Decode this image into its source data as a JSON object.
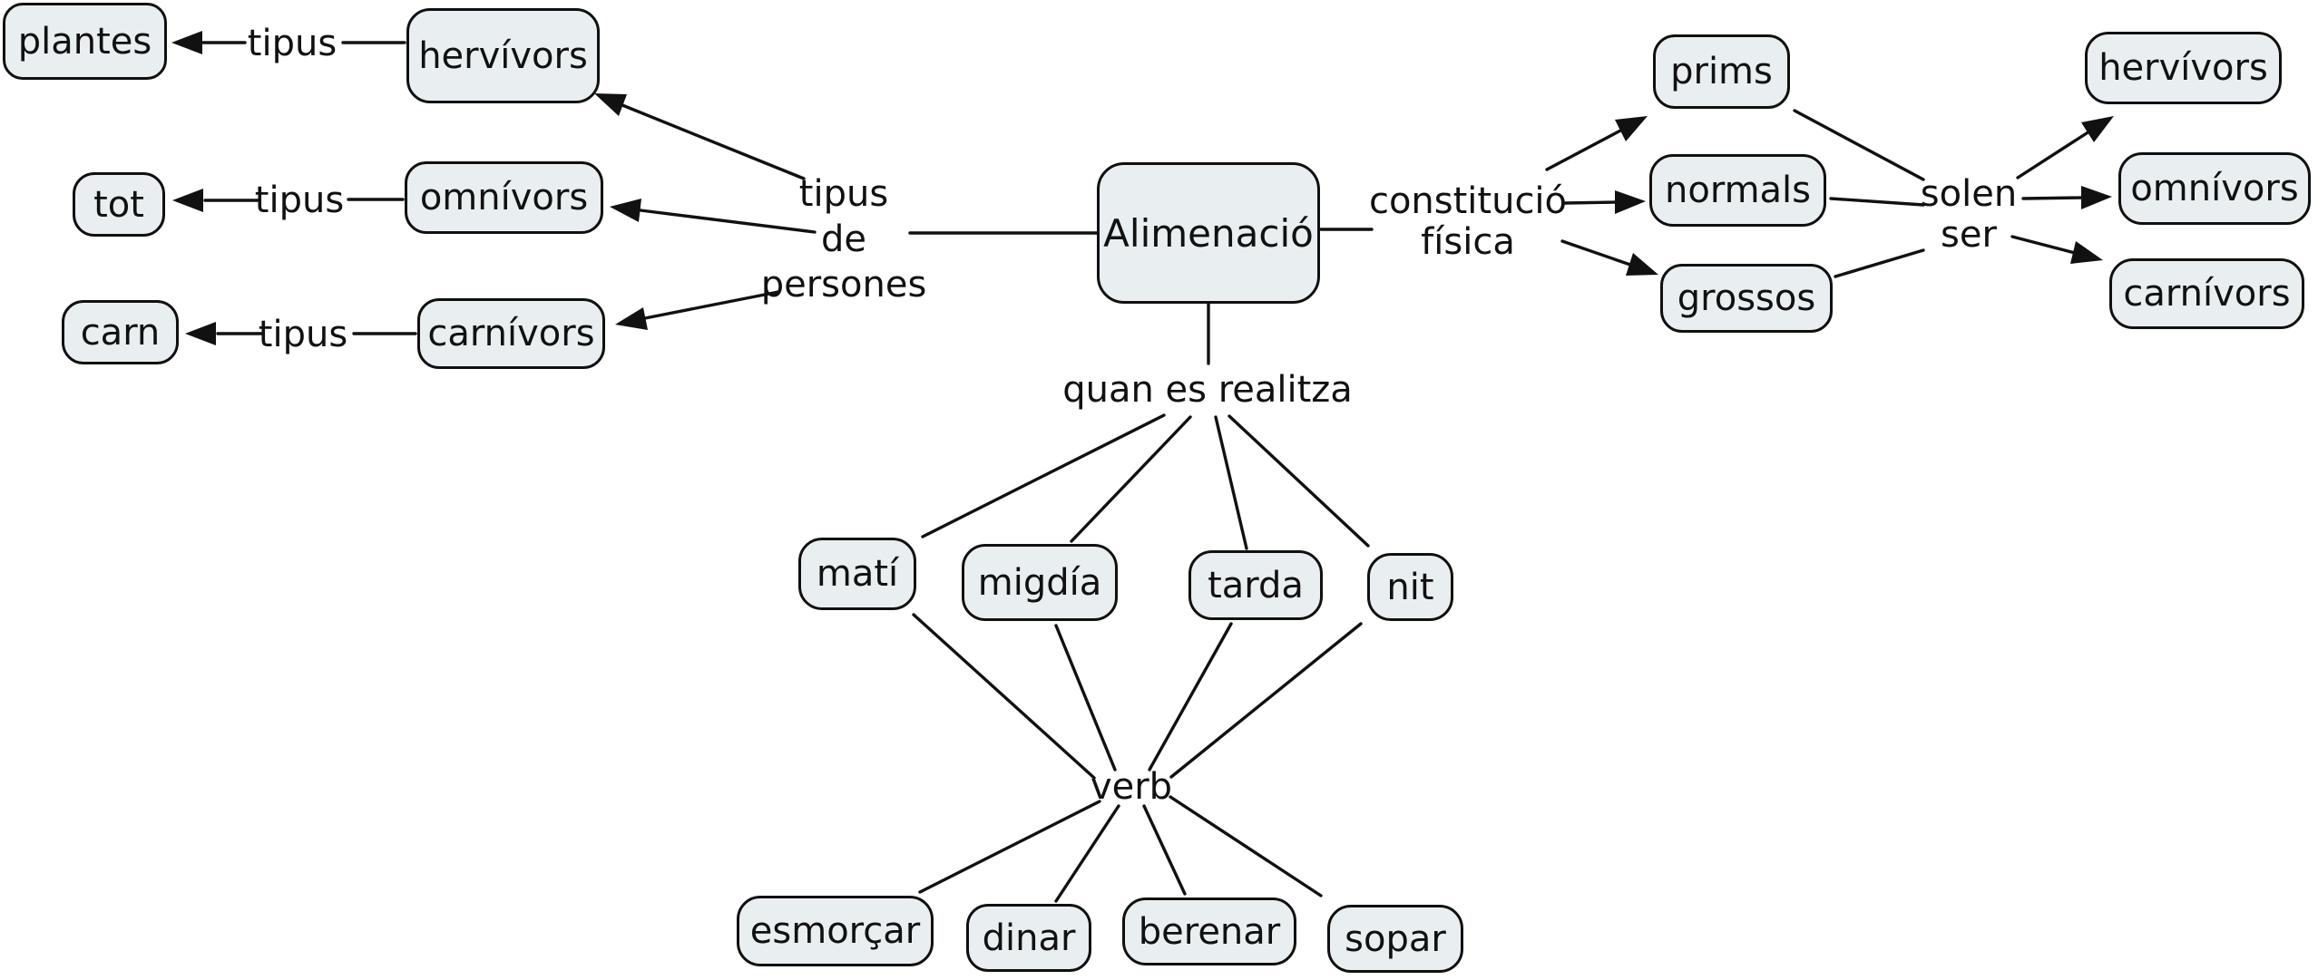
{
  "diagram_title": "Alimenació",
  "colors": {
    "background": "#ffffff",
    "node_fill": "#e9eff1",
    "node_border": "#101010",
    "line_color": "#111111",
    "text_color": "#111111"
  },
  "nodes": {
    "alimenacio": {
      "label": "Alimenació"
    },
    "plantes": {
      "label": "plantes"
    },
    "tot": {
      "label": "tot"
    },
    "carn": {
      "label": "carn"
    },
    "hervivors_left": {
      "label": "hervívors"
    },
    "omnivors_left": {
      "label": "omnívors"
    },
    "carnivors_left": {
      "label": "carnívors"
    },
    "prims": {
      "label": "prims"
    },
    "normals": {
      "label": "normals"
    },
    "grossos": {
      "label": "grossos"
    },
    "hervivors_right": {
      "label": "hervívors"
    },
    "omnivors_right": {
      "label": "omnívors"
    },
    "carnivors_right": {
      "label": "carnívors"
    },
    "mati": {
      "label": "matí"
    },
    "migdia": {
      "label": "migdía"
    },
    "tarda": {
      "label": "tarda"
    },
    "nit": {
      "label": "nit"
    },
    "esmorcar": {
      "label": "esmorçar"
    },
    "dinar": {
      "label": "dinar"
    },
    "berenar": {
      "label": "berenar"
    },
    "sopar": {
      "label": "sopar"
    }
  },
  "labels": {
    "tipus_plantes": "tipus",
    "tipus_tot": "tipus",
    "tipus_carn": "tipus",
    "tipus_de_persones": [
      "tipus",
      "de",
      "persones"
    ],
    "constitucio_fisica": [
      "constitució",
      "física"
    ],
    "solen_ser": [
      "solen",
      "ser"
    ],
    "quan_es_realitza": "quan es realitza",
    "verb": "verb"
  }
}
